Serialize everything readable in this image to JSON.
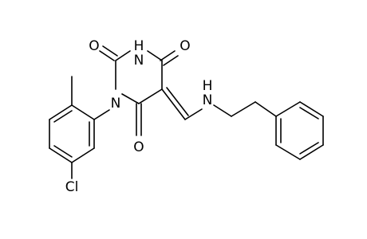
{
  "molecule": {
    "atoms": {
      "o_top": "O",
      "o_left": "O",
      "nh_top": "H",
      "n_ring_top": "N",
      "n_ring_left": "N",
      "o_bottom": "O",
      "nh_chain_h": "H",
      "nh_chain_n": "N",
      "cl": "Cl"
    }
  }
}
